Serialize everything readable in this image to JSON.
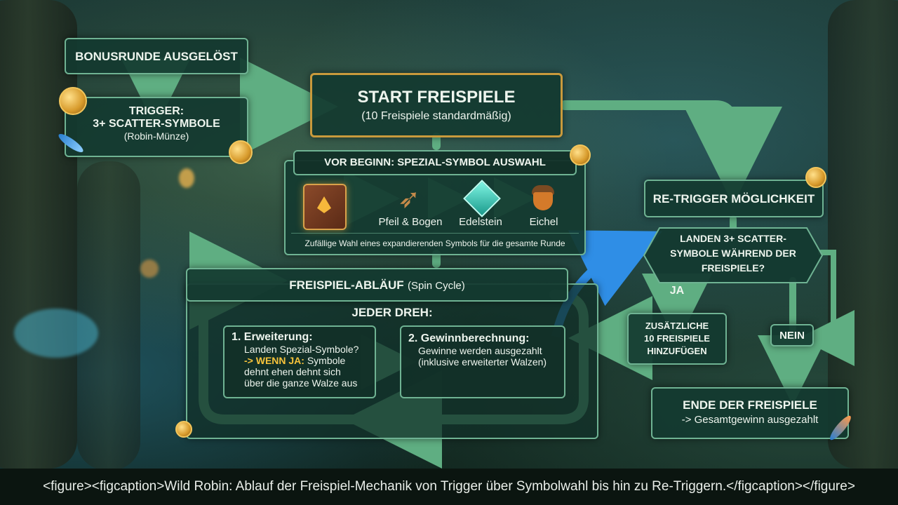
{
  "diagram": {
    "bonus": "BONUSRUNDE AUSGELÖST",
    "trigger": {
      "title": "TRIGGER:",
      "line2": "3+ SCATTER-SYMBOLE",
      "sub": "(Robin-Münze)"
    },
    "start": {
      "title": "START FREISPIELE",
      "sub": "(10 Freispiele standardmäßig)"
    },
    "special": {
      "title": "VOR BEGINN: SPEZIAL-SYMBOL AUSWAHL",
      "items": [
        "Pfeil & Bogen",
        "Edelstein",
        "Eichel"
      ],
      "note": "Zufällige Wahl eines expandierenden Symbols für die gesamte Runde"
    },
    "cycle": {
      "title": "FREISPIEL-ABLÄUF",
      "title_sub": "(Spin Cycle)",
      "each": "JEDER DREH:",
      "step1": {
        "title": "1. Erweiterung:",
        "line1": "Landen Spezial-Symbole?",
        "yes_prefix": "-> WENN JA:",
        "yes_rest": "Symbole",
        "line3": "dehnt ehen dehnt sich",
        "line4": "über die ganze Walze aus"
      },
      "step2": {
        "title": "2. Gewinnberechnung:",
        "line1": "Gewinne werden ausgezahlt",
        "line2": "(inklusive erweiterter Walzen)"
      }
    },
    "retrigger": "RE-TRIGGER MÖGLICHKEIT",
    "question": [
      "LANDEN 3+ SCATTER-",
      "SYMBOLE WÄHREND DER",
      "FREISPIELE?"
    ],
    "yes": "JA",
    "no": "NEIN",
    "add": [
      "ZUSÄTZLICHE",
      "10 FREISPIELE",
      "HINZUFÜGEN"
    ],
    "end": {
      "title": "ENDE DER FREISPIELE",
      "sub": "-> Gesamtgewinn ausgezahlt"
    }
  },
  "caption": "<figure><figcaption>Wild Robin: Ablauf der Freispiel-Mechanik von Trigger über Symbolwahl bis hin zu Re-Triggern.</figcaption></figure>",
  "colors": {
    "border": "#6fb393",
    "arrow": "#5fae82",
    "highlight": "#f6c33b",
    "blue_arrow": "#2f8ee6"
  }
}
